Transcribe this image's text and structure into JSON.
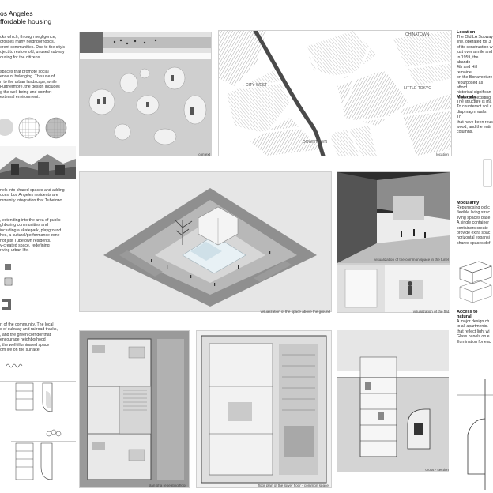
{
  "title_lines": [
    "os Angeles",
    "ffordable housing"
  ],
  "left_paragraphs": [
    "cks which, through negligence,\ncrosses many neighborhoods,\nerent communities. Due to the city's\noject to restore old, unused subway\nousing for the citizens.",
    "spaces that promote social\nense of belonging. This use of\nn to the urban landscape, while\nFurthermore, the design includes\ng the well-being and comfort\nexternal environment.",
    "nels into shared spaces and adding\noces. Los Angeles residents are\nmmunity integration that Tubetown",
    ", extending into the area of public\nghboring communities and\nincluding a skatepark, playground\nhes, a cultural/performance zone\nnot just Tubetown residents.\ny-created space, redefining\nriving urban life.",
    "rt of the community. The local\ns of subway and railroad tracks,\n, and the green corridor that\nencourage neighborhood\n, the well-illuminated space\nom life on the surface."
  ],
  "captions": {
    "context": "context",
    "location": "location",
    "space_above_ground": "visualization of the space above the ground",
    "common_space_tunnel": "visualization of the common space in the tunel",
    "flat": "visualization of the flat",
    "repeating_floor": "plan of a repeating floor",
    "lower_floor": "floor plan of the lower floor - common space",
    "section": "cross - section"
  },
  "map_labels": {
    "chinatown": "CHINATOWN",
    "city_west": "CITY WEST",
    "little_tokyo": "LITTLE TOKYO",
    "downtown": "DOWNTOWN"
  },
  "right_sections": [
    {
      "heading": "Location",
      "body": "The Old LA Subway\nline, operated for 3\nof its construction w\njust over a mile and\nIn 1959, the abando\n4th and Hill remaine\non the Bonaventure\nrepurposed as afford\nhistorical significan\nrespecting existing"
    },
    {
      "heading": "Materials",
      "body": "The structure is ma\nTo counteract soil c\ndiaphragm walls. Th\nthat have been reus\nwood, and the entir\ncolumns."
    },
    {
      "heading": "Modularity",
      "body": "Repurposing old c\nflexible living struc\nliving spaces base\nA single container\ncontainers create\nprovide extra spac\nhorizontal expansi\nshared spaces def"
    },
    {
      "heading": "Access to natural",
      "body": "A major design ch\nto all apartments.\nthat reflect light wi\nGlass panels on e\nillumination for eac"
    }
  ],
  "colors": {
    "page_bg": "#ffffff",
    "panel_bg": "#e6e6e6",
    "subway_line": "#4a4a4a",
    "ink": "#222222"
  }
}
